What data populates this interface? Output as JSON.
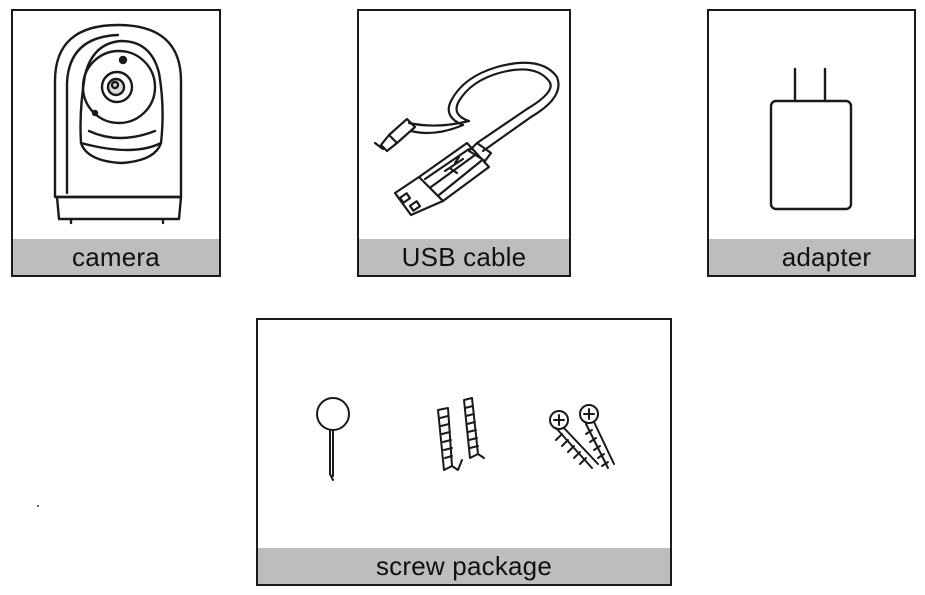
{
  "items": [
    {
      "id": "camera",
      "label": "camera",
      "icon": "camera-icon"
    },
    {
      "id": "usb",
      "label": "USB cable",
      "icon": "usb-cable-icon"
    },
    {
      "id": "adapter",
      "label": "adapter",
      "icon": "adapter-icon"
    },
    {
      "id": "screws",
      "label": "screw package",
      "icon": "screw-package-icon"
    }
  ],
  "colors": {
    "label_bg": "#bdbdbd",
    "stroke": "#1a1a1a"
  }
}
